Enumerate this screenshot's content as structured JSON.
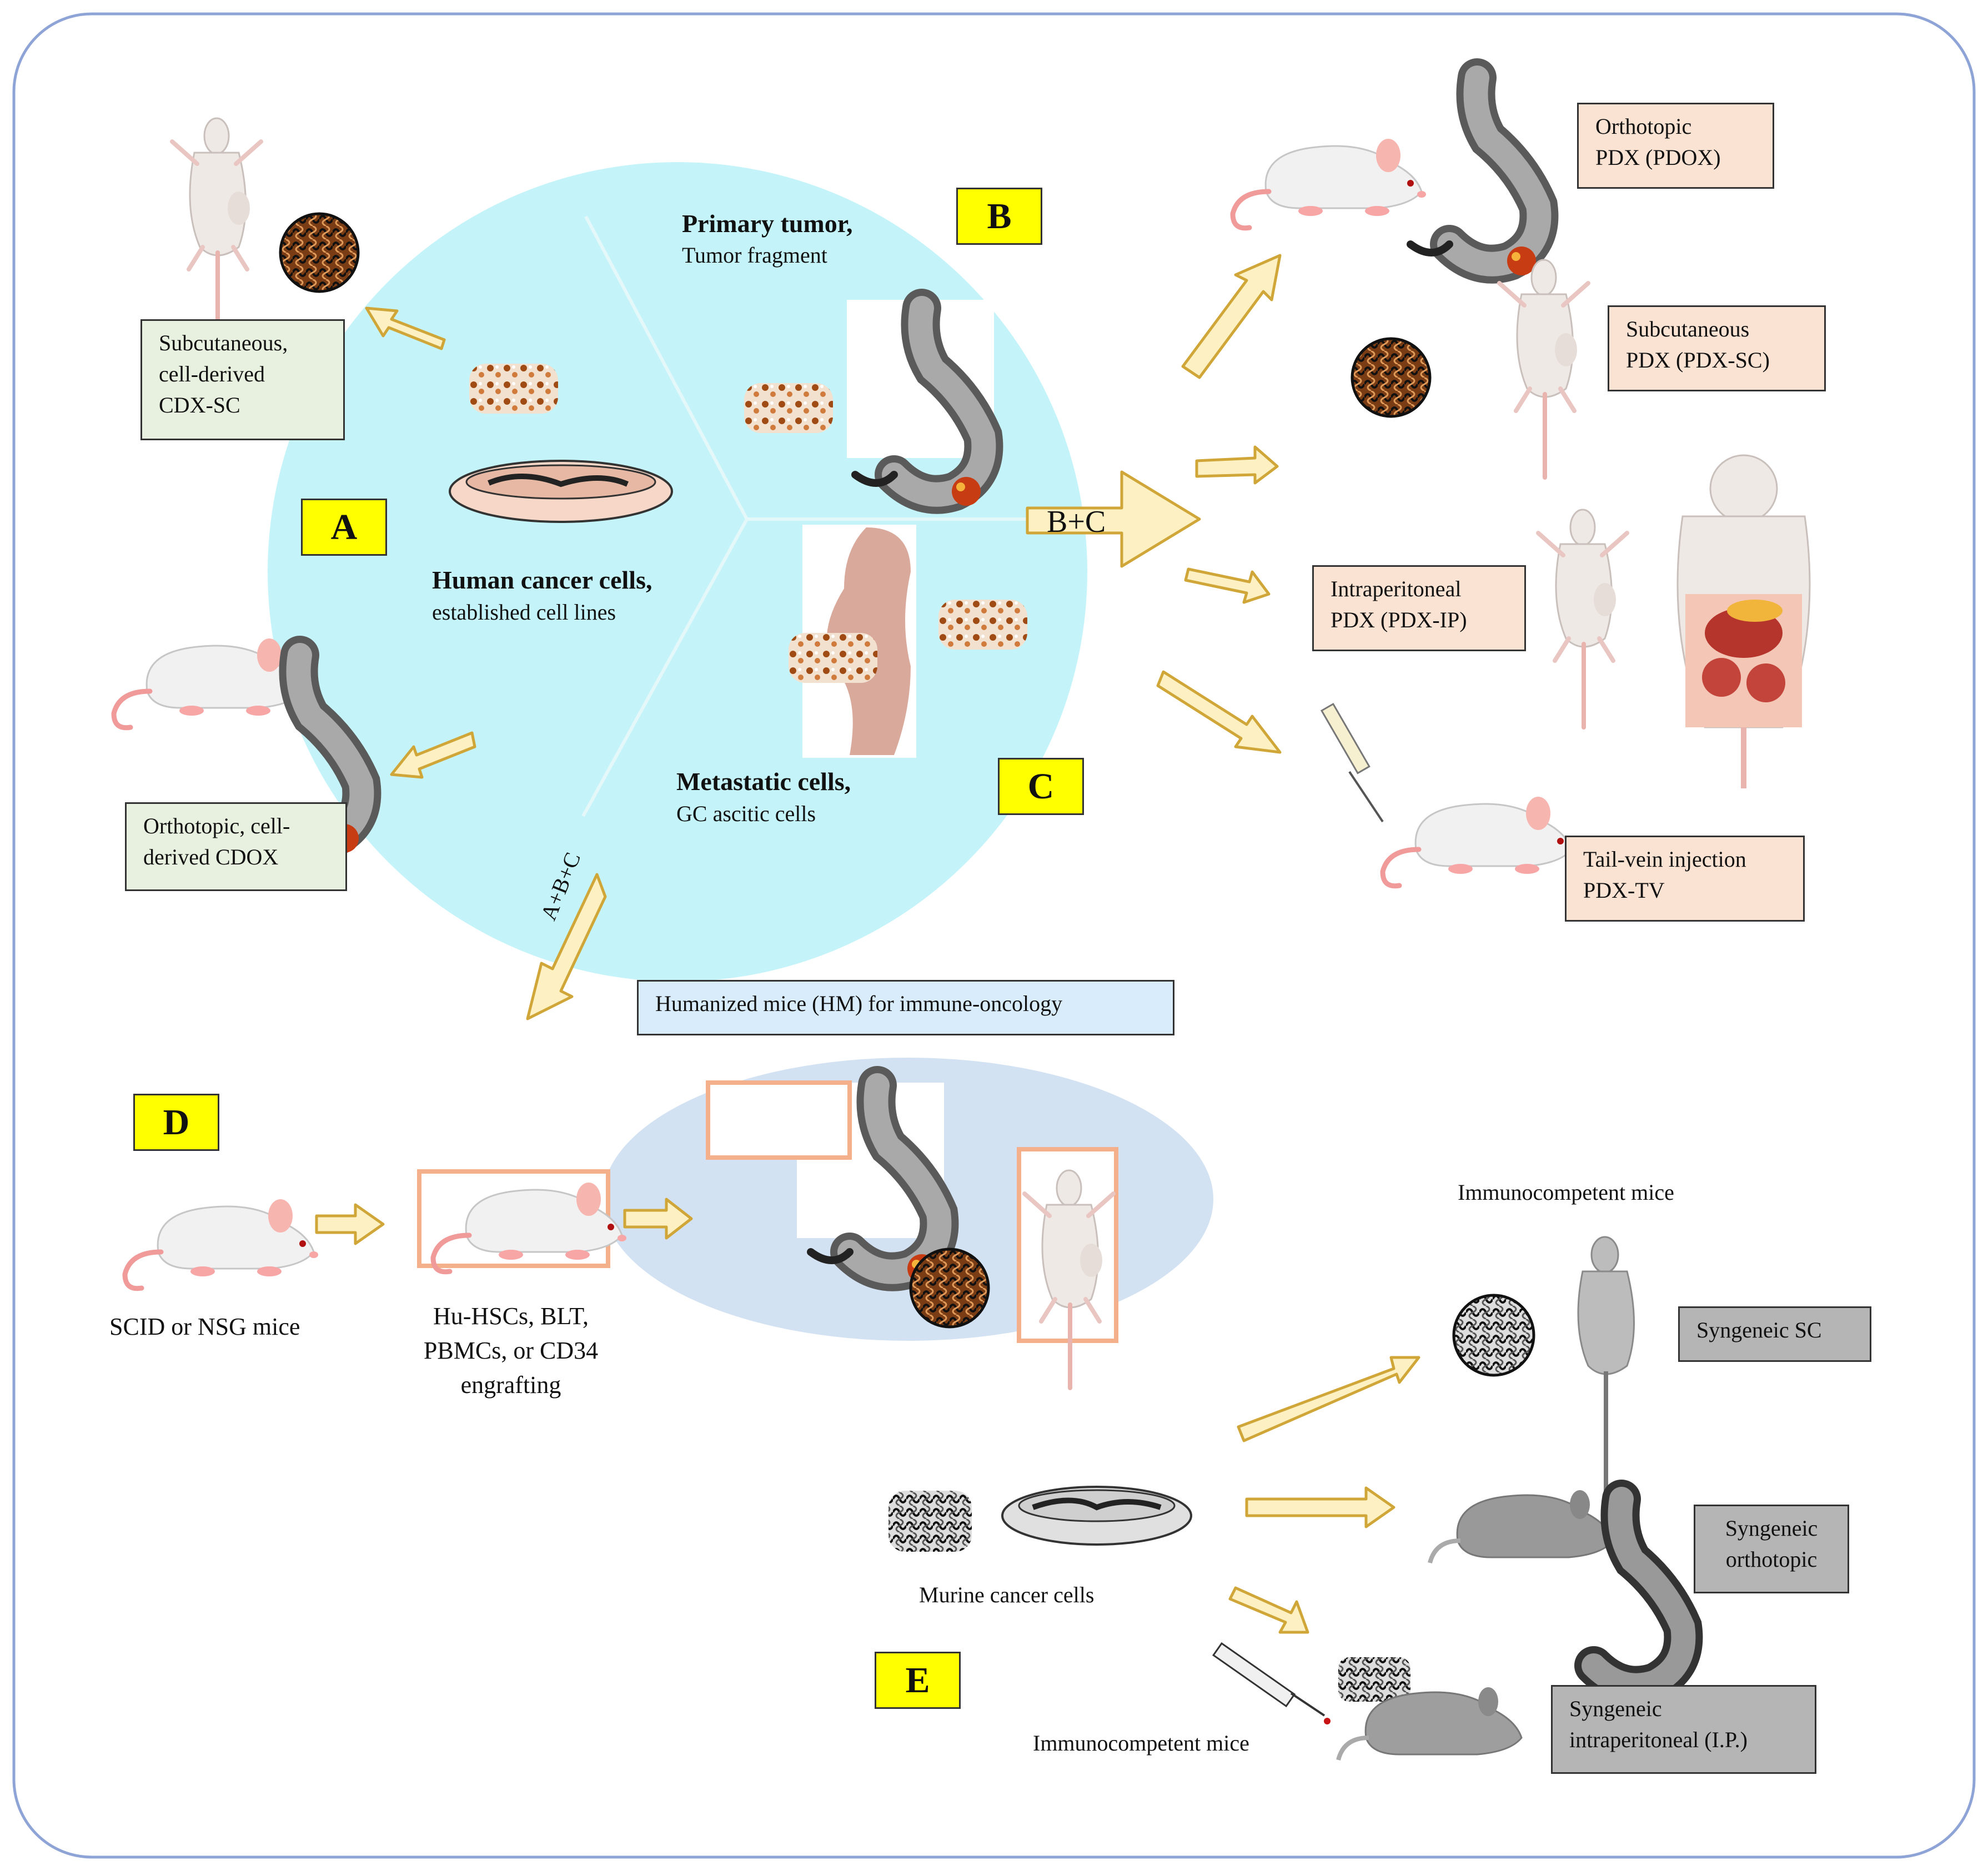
{
  "labels": {
    "A": "A",
    "B": "B",
    "C": "C",
    "D": "D",
    "E": "E"
  },
  "circle": {
    "human_cells_title": "Human cancer cells,",
    "human_cells_sub": "established cell lines",
    "primary_title": "Primary tumor,",
    "primary_sub": "Tumor fragment",
    "metastatic_title": "Metastatic cells,",
    "metastatic_sub": "GC ascitic cells"
  },
  "arrows": {
    "bc": "B+C",
    "abc": "A+B+C"
  },
  "left_models": {
    "cdx_sc": [
      "Subcutaneous,",
      "cell-derived",
      "CDX-SC"
    ],
    "cdox": [
      "Orthotopic, cell-",
      "derived CDOX"
    ]
  },
  "pdx_models": {
    "pdox": [
      "Orthotopic",
      "PDX (PDOX)"
    ],
    "pdx_sc": [
      "Subcutaneous",
      "PDX (PDX-SC)"
    ],
    "pdx_ip": [
      "Intraperitoneal",
      "PDX (PDX-IP)"
    ],
    "pdx_tv": [
      "Tail-vein injection",
      "PDX-TV"
    ]
  },
  "humanized": {
    "title": "Humanized mice (HM) for immune-oncology",
    "scid": "SCID or NSG mice",
    "engraft": [
      "Hu-HSCs, BLT,",
      "PBMCs, or CD34",
      "engrafting"
    ]
  },
  "syngeneic": {
    "immuno_top": "Immunocompetent mice",
    "murine": "Murine cancer cells",
    "immuno_bottom": "Immunocompetent mice",
    "sc": "Syngeneic SC",
    "ortho": [
      "Syngeneic",
      "orthotopic"
    ],
    "ip": [
      "Syngeneic",
      "intraperitoneal (I.P.)"
    ]
  },
  "colors": {
    "circle_fill": "#c4f4f9",
    "arrow_fill": "#fdf1c4",
    "arrow_stroke": "#cfa637",
    "frame": "#8ea3d6",
    "ellipse": "#d3e2f2"
  }
}
